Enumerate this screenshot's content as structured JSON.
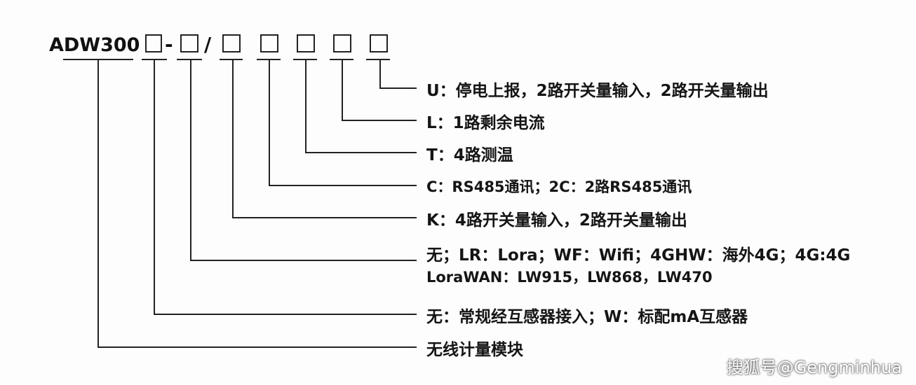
{
  "model": {
    "prefix": "ADW300",
    "dash": "-",
    "slash": "/"
  },
  "options": [
    "U：停电上报，2路开关量输入，2路开关量输出",
    "L：1路剩余电流",
    "T：4路测温",
    "C：RS485通讯；2C：2路RS485通讯",
    "K：4路开关量输入，2路开关量输出",
    "无；LR：Lora；WF：Wifi；4GHW：海外4G；4G:4G",
    "LoraWAN：LW915，LW868，LW470",
    "无：常规经互感器接入；W：标配mA互感器",
    "无线计量模块"
  ],
  "watermark": "搜狐号@Gengminhua"
}
